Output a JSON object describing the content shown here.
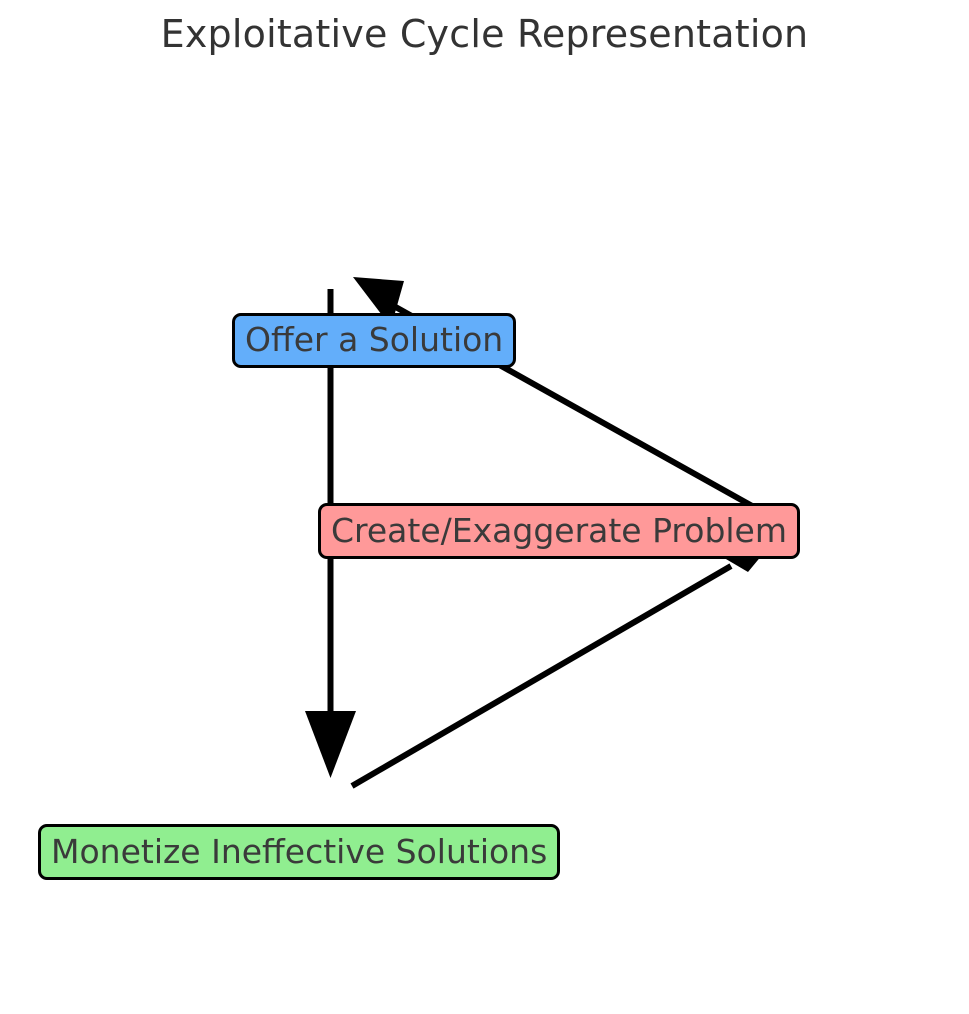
{
  "diagram": {
    "title": "Exploitative Cycle Representation",
    "background_color": "#ffffff",
    "title_color": "#333333",
    "edge_color": "#000000",
    "nodes": [
      {
        "id": "offer-solution",
        "label": "Offer a Solution",
        "fill_color": "#63aefa",
        "border_color": "#000000",
        "text_color": "#3a3a3a"
      },
      {
        "id": "create-problem",
        "label": "Create/Exaggerate Problem",
        "fill_color": "#ff9999",
        "border_color": "#000000",
        "text_color": "#3a3a3a"
      },
      {
        "id": "monetize-solutions",
        "label": "Monetize Ineffective Solutions",
        "fill_color": "#90ee90",
        "border_color": "#000000",
        "text_color": "#3a3a3a"
      }
    ],
    "edges": [
      {
        "id": "edge-offer-to-monetize",
        "from": "offer-solution",
        "to": "monetize-solutions",
        "direction": "down"
      },
      {
        "id": "edge-monetize-to-problem",
        "from": "monetize-solutions",
        "to": "create-problem",
        "direction": "up-right"
      },
      {
        "id": "edge-problem-to-offer",
        "from": "create-problem",
        "to": "offer-solution",
        "direction": "up-left"
      }
    ]
  }
}
